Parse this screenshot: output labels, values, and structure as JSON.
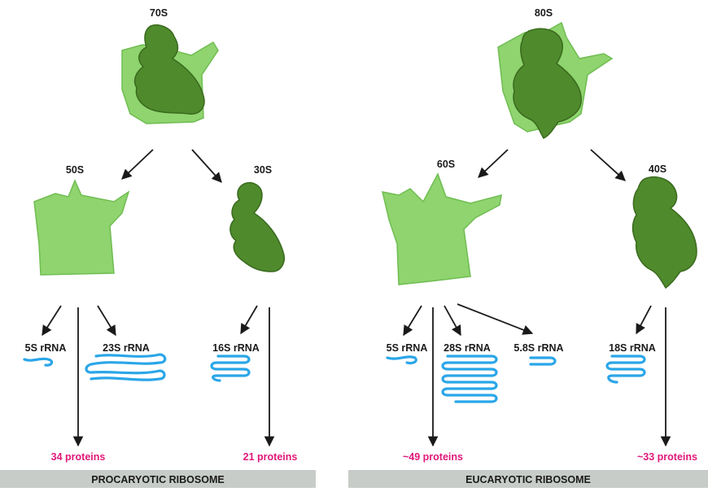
{
  "prokaryote": {
    "whole": "70S",
    "large": "50S",
    "small": "30S",
    "rna_5s": "5S rRNA",
    "rna_23s": "23S rRNA",
    "rna_16s": "16S rRNA",
    "proteins_large": "34 proteins",
    "proteins_small": "21 proteins",
    "banner": "PROCARYOTIC RIBOSOME"
  },
  "eukaryote": {
    "whole": "80S",
    "large": "60S",
    "small": "40S",
    "rna_5s": "5S rRNA",
    "rna_28s": "28S rRNA",
    "rna_58s": "5.8S rRNA",
    "rna_18s": "18S rRNA",
    "proteins_large": "~49 proteins",
    "proteins_small": "~33 proteins",
    "banner": "EUCARYOTIC RIBOSOME"
  },
  "colors": {
    "large_subunit": "#8fd46e",
    "small_subunit": "#4f8a2c",
    "rrna": "#2aa6e8",
    "protein_text": "#e0187a",
    "banner_bg": "#c8ccc8"
  }
}
